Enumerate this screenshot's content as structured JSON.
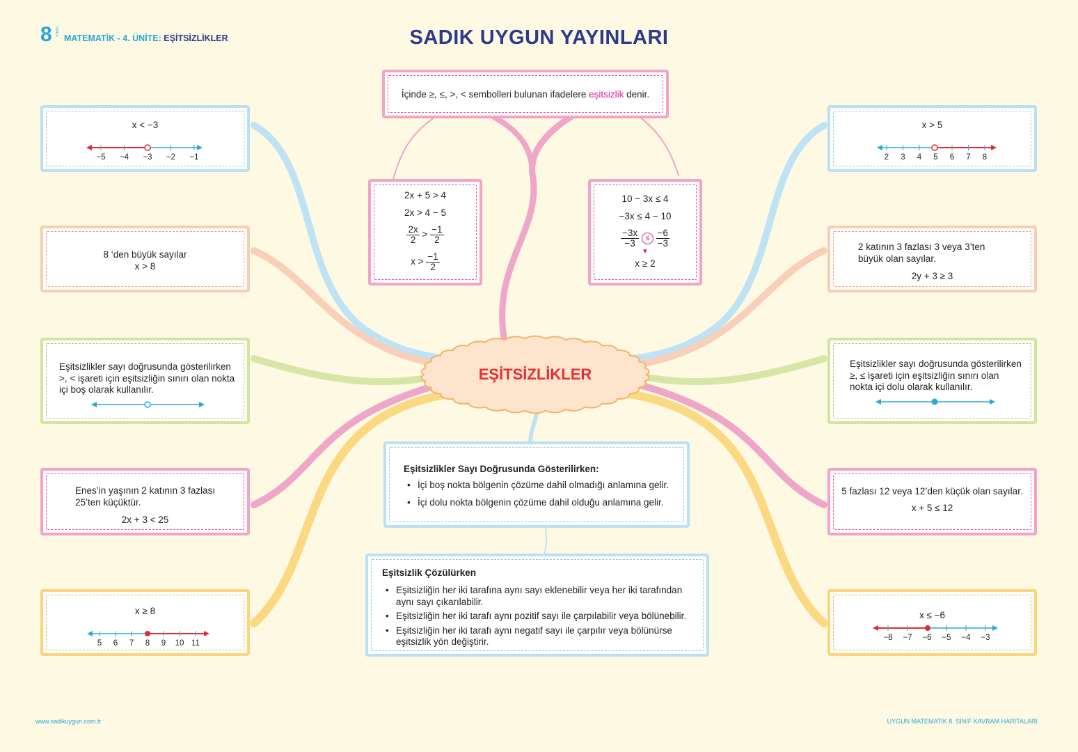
{
  "header": {
    "grade_number": "8",
    "grade_word": "SINIF",
    "subject": "MATEMATİK - 4. ÜNİTE:",
    "unit": "EŞİTSİZLİKLER",
    "publisher_title": "SADIK  UYGUN  YAYINLARI"
  },
  "center_label": "EŞİTSİZLİKLER",
  "definition": {
    "before": "İçinde ≥, ≤, >, < sembolleri bulunan ifadelere ",
    "highlight": "eşitsizlik",
    "after": " denir."
  },
  "left_cards": {
    "c1": {
      "expr": "x < −3",
      "number_line": {
        "ticks": [
          "−5",
          "−4",
          "−3",
          "−2",
          "−1"
        ],
        "point": "−3",
        "point_type": "open",
        "direction": "left"
      }
    },
    "c2": {
      "line1": "8 ‘den büyük sayılar",
      "line2": "x > 8"
    },
    "c3": {
      "text": "Eşitsizlikler sayı doğrusunda gösterilirken >, < işareti için eşitsizliğin sınırı olan nokta içi boş olarak kullanılır.",
      "point_type": "open"
    },
    "c4": {
      "text": "Enes’in yaşının 2 katının 3 fazlası 25’ten küçüktür.",
      "expr": "2x + 3 < 25"
    },
    "c5": {
      "expr": "x ≥ 8",
      "number_line": {
        "ticks": [
          "5",
          "6",
          "7",
          "8",
          "9",
          "10",
          "11"
        ],
        "point": "8",
        "point_type": "closed",
        "direction": "right"
      }
    }
  },
  "right_cards": {
    "c1": {
      "expr": "x > 5",
      "number_line": {
        "ticks": [
          "2",
          "3",
          "4",
          "5",
          "6",
          "7",
          "8"
        ],
        "point": "5",
        "point_type": "open",
        "direction": "right"
      }
    },
    "c2": {
      "text": "2 katının 3 fazlası 3 veya 3’ten büyük olan sayılar.",
      "expr": "2y + 3 ≥ 3"
    },
    "c3": {
      "text": "Eşitsizlikler sayı doğrusunda gösterilirken ≥, ≤ işareti için eşitsizliğin sınırı olan nokta içi dolu olarak kullanılır.",
      "point_type": "closed"
    },
    "c4": {
      "text": "5 fazlası 12 veya 12’den küçük olan sayılar.",
      "expr": "x + 5 ≤ 12"
    },
    "c5": {
      "expr": "x ≤ −6",
      "number_line": {
        "ticks": [
          "−8",
          "−7",
          "−6",
          "−5",
          "−4",
          "−3"
        ],
        "point": "−6",
        "point_type": "closed",
        "direction": "left"
      }
    }
  },
  "solution1": {
    "line1": "2x + 5 >  4",
    "line2": "2x > 4 − 5",
    "frac_lhs_num": "2x",
    "frac_lhs_den": "2",
    "rel": ">",
    "frac_rhs_num": "−1",
    "frac_rhs_den": "2",
    "final_lhs": "x >",
    "final_num": "−1",
    "final_den": "2"
  },
  "solution2": {
    "line1": "10 − 3x ≤ 4",
    "line2": "−3x ≤ 4 − 10",
    "frac_lhs_num": "−3x",
    "frac_lhs_den": "−3",
    "rel": "≤",
    "frac_rhs_num": "−6",
    "frac_rhs_den": "−3",
    "final": "x ≥ 2"
  },
  "number_line_box": {
    "title": "Eşitsizlikler Sayı Doğrusunda Gösterilirken:",
    "items": [
      "İçi boş nokta bölgenin çözüme dahil olmadığı anlamına gelir.",
      "İçi dolu nokta bölgenin çözüme dahil olduğu anlamına gelir."
    ]
  },
  "solving_box": {
    "title": "Eşitsizlik Çözülürken",
    "items": [
      "Eşitsizliğin her iki tarafına aynı sayı eklenebilir veya her iki tarafından aynı sayı çıkarılabilir.",
      "Eşitsizliğin her iki tarafı aynı pozitif sayı ile çarpılabilir veya bölünebilir.",
      "Eşitsizliğin her iki tarafı aynı negatif sayı ile çarpılır veya bölünürse eşitsizlik yön değiştirir."
    ]
  },
  "footer": {
    "website": "www.sadikuygun.com.tr",
    "series": "UYGUN MATEMATİK 8. SINIF KAVRAM HARİTALARI"
  },
  "colors": {
    "background": "#fdf9e2",
    "title": "#2d3a8c",
    "accent_blue": "#29a8d8",
    "center_red": "#e33035",
    "highlight_magenta": "#d6259a",
    "number_line_red": "#d92f3a",
    "branch_blue": "#bfe3f4",
    "branch_pink": "#eea6c9",
    "branch_salmon": "#f8cfb8",
    "branch_green": "#d6e6a6",
    "branch_yellow": "#fbd982"
  }
}
